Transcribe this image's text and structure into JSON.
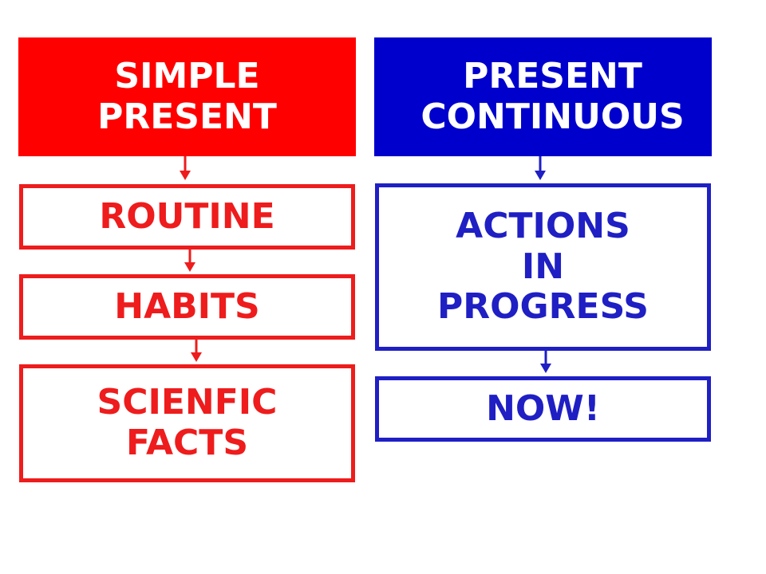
{
  "colors": {
    "red": "#ff0000",
    "blue": "#0000cc"
  },
  "left": {
    "header": "SIMPLE\nPRESENT",
    "items": [
      "ROUTINE",
      "HABITS",
      "SCIENFIC\nFACTS"
    ]
  },
  "right": {
    "header": "PRESENT\nCONTINUOUS",
    "items": [
      "ACTIONS\nIN\nPROGRESS",
      "NOW!"
    ]
  }
}
